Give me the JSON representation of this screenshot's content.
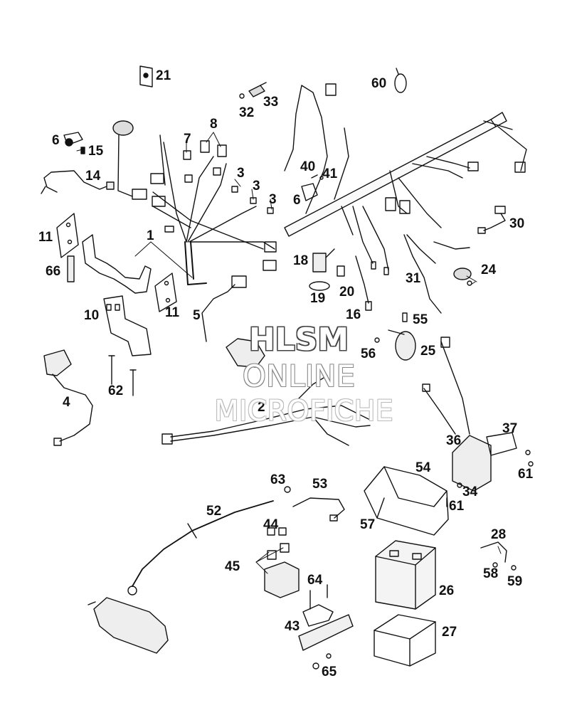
{
  "diagram": {
    "callouts": [
      "21",
      "60",
      "32",
      "33",
      "6",
      "15",
      "8",
      "7",
      "14",
      "3",
      "3",
      "3",
      "40",
      "41",
      "6",
      "11",
      "1",
      "30",
      "66",
      "18",
      "24",
      "31",
      "11",
      "19",
      "20",
      "10",
      "5",
      "16",
      "55",
      "56",
      "25",
      "4",
      "62",
      "2",
      "37",
      "36",
      "61",
      "54",
      "34",
      "61",
      "63",
      "53",
      "52",
      "57",
      "44",
      "28",
      "45",
      "58",
      "59",
      "64",
      "26",
      "43",
      "27",
      "65"
    ]
  },
  "watermark": {
    "line1": "HLSM",
    "line2": "ONLINE",
    "line3": "MICROFICHE"
  },
  "colors": {
    "ink": "#111111",
    "paper": "#ffffff"
  }
}
